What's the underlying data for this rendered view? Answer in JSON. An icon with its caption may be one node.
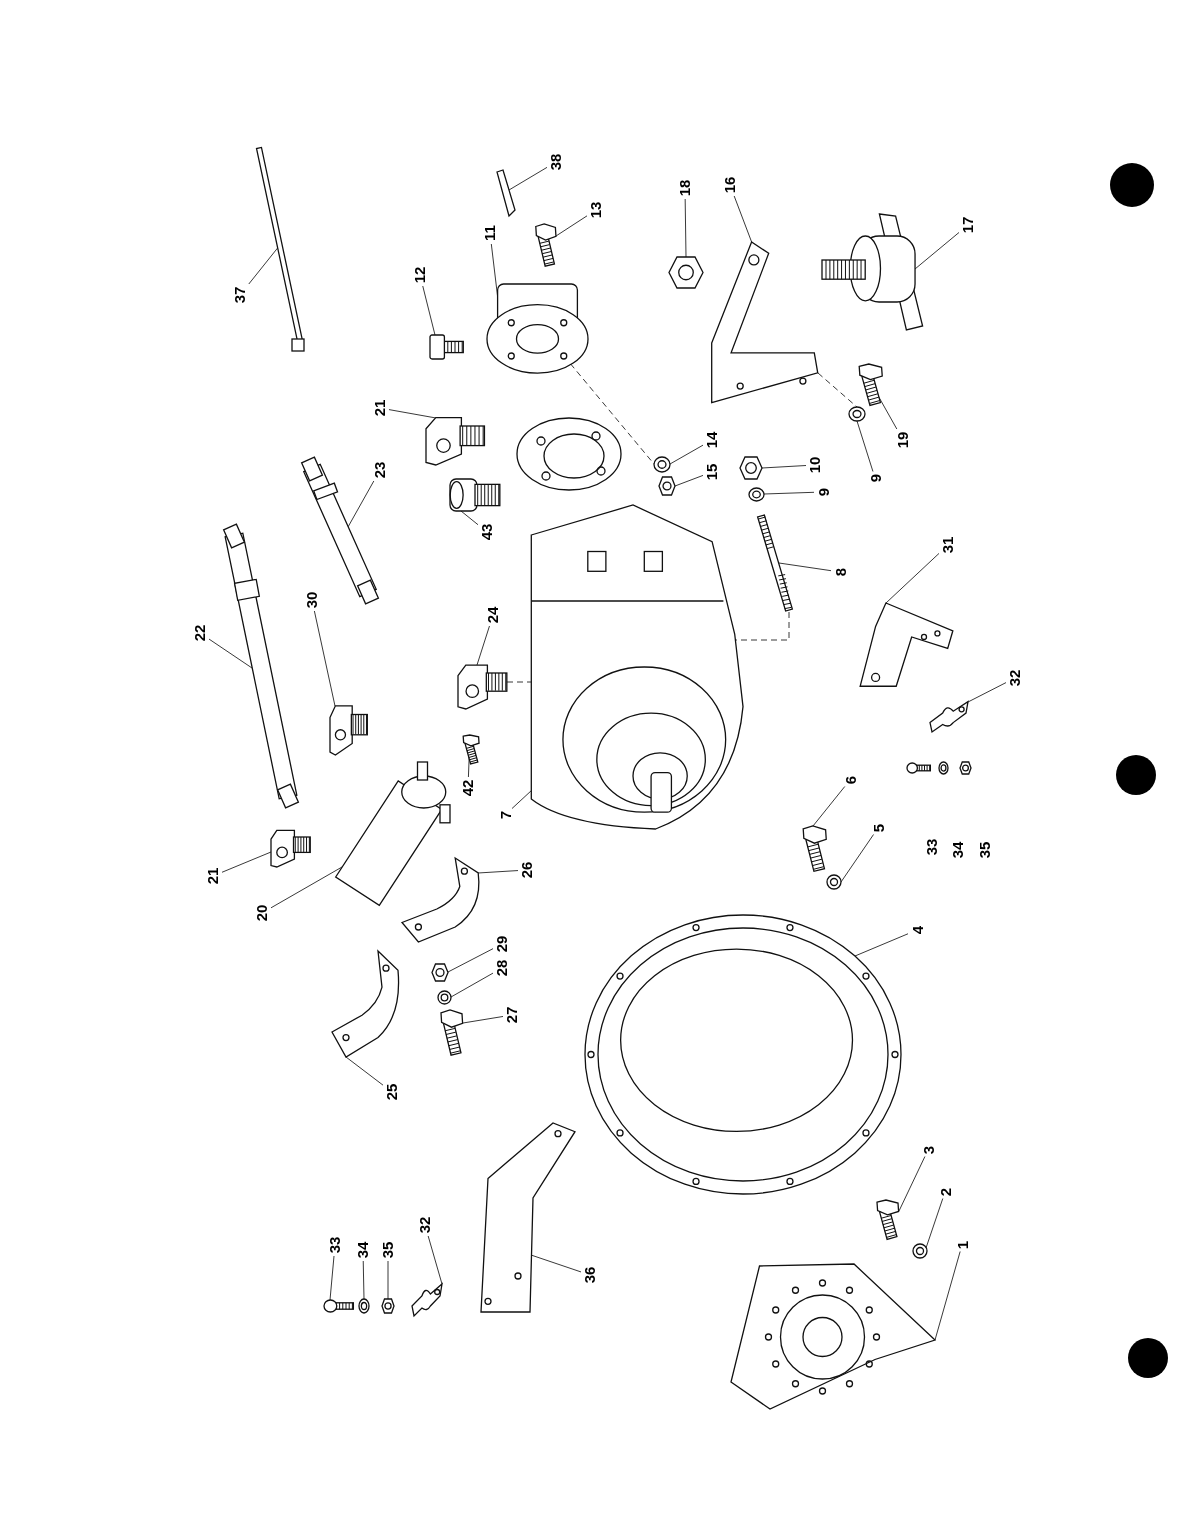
{
  "diagram": {
    "nodes": [
      {
        "text": [
          "37"
        ]
      },
      {
        "text": [],
        "shape": "picture"
      },
      {
        "text": [
          "38"
        ]
      },
      {
        "text": [],
        "shape": "picture"
      },
      {
        "text": [
          "13"
        ]
      },
      {
        "text": [],
        "shape": "picture"
      },
      {
        "text": [
          "12"
        ]
      },
      {
        "text": [],
        "shape": "picture"
      },
      {
        "text": [
          "11"
        ]
      },
      {
        "text": [],
        "shape": "picture"
      },
      {
        "text": [
          "18"
        ]
      },
      {
        "text": [],
        "shape": "picture"
      },
      {
        "text": [
          "16"
        ]
      },
      {
        "text": [],
        "shape": "picture"
      },
      {
        "text": [
          "17"
        ]
      },
      {
        "text": [],
        "shape": "picture"
      },
      {
        "text": [
          "21"
        ]
      },
      {
        "text": [],
        "shape": "picture"
      },
      {
        "text": [
          "14"
        ]
      },
      {
        "text": [],
        "shape": "picture"
      },
      {
        "text": [
          "15"
        ]
      },
      {
        "text": [],
        "shape": "picture"
      },
      {
        "text": [
          "10"
        ]
      },
      {
        "text": [],
        "shape": "picture"
      },
      {
        "text": [
          "9"
        ]
      },
      {
        "text": [],
        "shape": "picture"
      },
      {
        "text": [
          "9"
        ]
      },
      {
        "text": [],
        "shape": "picture"
      },
      {
        "text": [
          "19"
        ]
      },
      {
        "text": [],
        "shape": "picture"
      },
      {
        "text": [
          "23"
        ]
      },
      {
        "text": [],
        "shape": "picture"
      },
      {
        "text": [
          "22"
        ]
      },
      {
        "text": [],
        "shape": "picture"
      },
      {
        "text": [
          "43"
        ]
      },
      {
        "text": [],
        "shape": "picture"
      },
      {
        "text": [
          "8"
        ]
      },
      {
        "text": [],
        "shape": "picture"
      },
      {
        "text": [
          "24"
        ]
      },
      {
        "text": [],
        "shape": "picture"
      },
      {
        "text": [
          "30"
        ]
      },
      {
        "text": [],
        "shape": "picture"
      },
      {
        "text": [
          "31"
        ]
      },
      {
        "text": [],
        "shape": "picture"
      },
      {
        "text": [
          "32"
        ]
      },
      {
        "text": [],
        "shape": "picture"
      },
      {
        "text": [
          "42"
        ]
      },
      {
        "text": [],
        "shape": "picture"
      },
      {
        "text": [
          "7"
        ]
      },
      {
        "text": [],
        "shape": "picture"
      },
      {
        "text": [
          "20"
        ]
      },
      {
        "text": [],
        "shape": "picture"
      },
      {
        "text": [
          "21"
        ]
      },
      {
        "text": [],
        "shape": "picture"
      },
      {
        "text": [
          "26"
        ]
      },
      {
        "text": [],
        "shape": "picture"
      },
      {
        "text": [
          "6"
        ]
      },
      {
        "text": [],
        "shape": "picture"
      },
      {
        "text": [
          "5"
        ]
      },
      {
        "text": [],
        "shape": "picture"
      },
      {
        "text": [
          "4"
        ]
      },
      {
        "text": [],
        "shape": "picture"
      },
      {
        "text": [
          "29"
        ]
      },
      {
        "text": [],
        "shape": "picture"
      },
      {
        "text": [
          "28"
        ]
      },
      {
        "text": [],
        "shape": "picture"
      },
      {
        "text": [
          "27"
        ]
      },
      {
        "text": [],
        "shape": "picture"
      },
      {
        "text": [
          "25"
        ]
      },
      {
        "text": [],
        "shape": "picture"
      },
      {
        "text": [
          "3"
        ]
      },
      {
        "text": [],
        "shape": "picture"
      },
      {
        "text": [
          "2"
        ]
      },
      {
        "text": [],
        "shape": "picture"
      },
      {
        "text": [
          "1"
        ]
      },
      {
        "text": [],
        "shape": "picture"
      },
      {
        "text": [
          "36"
        ]
      },
      {
        "text": [],
        "shape": "picture"
      },
      {
        "text": [
          "33"
        ]
      },
      {
        "text": [],
        "shape": "picture"
      },
      {
        "text": [
          "34"
        ]
      },
      {
        "text": [],
        "shape": "picture"
      },
      {
        "text": [
          "35"
        ]
      },
      {
        "text": [],
        "shape": "picture"
      },
      {
        "text": [
          "32"
        ]
      },
      {
        "text": [],
        "shape": "picture"
      }
    ],
    "edges": [
      {
        "from": 0,
        "to": 1,
        "arrow": "none"
      },
      {
        "from": 2,
        "to": 3,
        "arrow": "none"
      },
      {
        "from": 4,
        "to": 5,
        "arrow": "none"
      },
      {
        "from": 6,
        "to": 7,
        "arrow": "none"
      },
      {
        "from": 8,
        "to": 9,
        "arrow": "none"
      },
      {
        "from": 10,
        "to": 11,
        "arrow": "none"
      },
      {
        "from": 12,
        "to": 13,
        "arrow": "none"
      },
      {
        "from": 14,
        "to": 15,
        "arrow": "none"
      },
      {
        "from": 16,
        "to": 17,
        "arrow": "none"
      },
      {
        "from": 18,
        "to": 19,
        "arrow": "none"
      },
      {
        "from": 20,
        "to": 21,
        "arrow": "none"
      },
      {
        "from": 22,
        "to": 23,
        "arrow": "none"
      },
      {
        "from": 24,
        "to": 25,
        "arrow": "none"
      },
      {
        "from": 26,
        "to": 27,
        "arrow": "none"
      },
      {
        "from": 28,
        "to": 29,
        "arrow": "none"
      },
      {
        "from": 30,
        "to": 31,
        "arrow": "none"
      },
      {
        "from": 32,
        "to": 33,
        "arrow": "none"
      },
      {
        "from": 34,
        "to": 35,
        "arrow": "none"
      },
      {
        "from": 36,
        "to": 37,
        "arrow": "none"
      },
      {
        "from": 38,
        "to": 39,
        "arrow": "none"
      },
      {
        "from": 40,
        "to": 41,
        "arrow": "none"
      },
      {
        "from": 42,
        "to": 43,
        "arrow": "none"
      },
      {
        "from": 44,
        "to": 45,
        "arrow": "none"
      },
      {
        "from": 46,
        "to": 47,
        "arrow": "none"
      },
      {
        "from": 48,
        "to": 49,
        "arrow": "none"
      },
      {
        "from": 50,
        "to": 51,
        "arrow": "none"
      },
      {
        "from": 52,
        "to": 53,
        "arrow": "none"
      },
      {
        "from": 54,
        "to": 55,
        "arrow": "none"
      },
      {
        "from": 56,
        "to": 57,
        "arrow": "none"
      },
      {
        "from": 58,
        "to": 59,
        "arrow": "none"
      },
      {
        "from": 60,
        "to": 61,
        "arrow": "none"
      },
      {
        "from": 62,
        "to": 63,
        "arrow": "none"
      },
      {
        "from": 64,
        "to": 65,
        "arrow": "none"
      },
      {
        "from": 66,
        "to": 67,
        "arrow": "none"
      },
      {
        "from": 68,
        "to": 69,
        "arrow": "none"
      },
      {
        "from": 70,
        "to": 71,
        "arrow": "none"
      },
      {
        "from": 72,
        "to": 73,
        "arrow": "none"
      },
      {
        "from": 74,
        "to": 75,
        "arrow": "none"
      },
      {
        "from": 76,
        "to": 77,
        "arrow": "none"
      },
      {
        "from": 78,
        "to": 79,
        "arrow": "none"
      },
      {
        "from": 80,
        "to": 81,
        "arrow": "none"
      },
      {
        "from": 82,
        "to": 83,
        "arrow": "none"
      },
      {
        "from": 84,
        "to": 85,
        "arrow": "none"
      },
      {
        "from": 9,
        "to": 19,
        "arrow": "none",
        "style": "dashed"
      },
      {
        "from": 13,
        "to": 27,
        "arrow": "none",
        "style": "dashed"
      },
      {
        "from": 37,
        "to": 49,
        "arrow": "none",
        "style": "dashed"
      },
      {
        "from": 39,
        "to": 49,
        "arrow": "none",
        "style": "dashed"
      }
    ],
    "labels": [
      "33",
      "34",
      "35"
    ]
  }
}
